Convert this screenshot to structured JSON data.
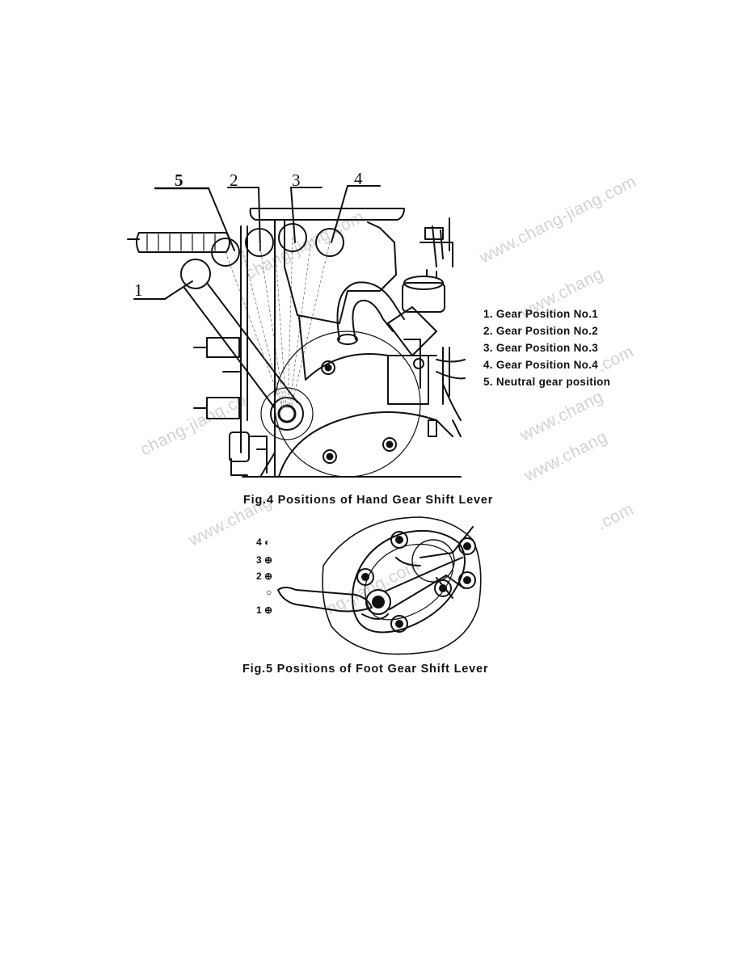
{
  "watermark": "www.chang-jiang.com",
  "watermark_fragments": [
    "www.chang-jiang.com",
    "www.chang",
    "www.chang",
    "chang-jiang.co",
    "www.chang",
    ".com",
    ".com",
    "www.chang",
    "ng-jiang.com",
    "chang-jiang.com"
  ],
  "fig4": {
    "callouts": [
      "1",
      "2",
      "3",
      "4",
      "5"
    ],
    "legend": [
      "1. Gear Position No.1",
      "2. Gear Position No.2",
      "3. Gear Position No.3",
      "4. Gear Position No.4",
      "5. Neutral gear position"
    ],
    "caption": "Fig.4  Positions of Hand Gear Shift Lever"
  },
  "fig5": {
    "markers": [
      "4",
      "3",
      "2",
      "1"
    ],
    "caption": "Fig.5 Positions of Foot Gear Shift Lever"
  }
}
